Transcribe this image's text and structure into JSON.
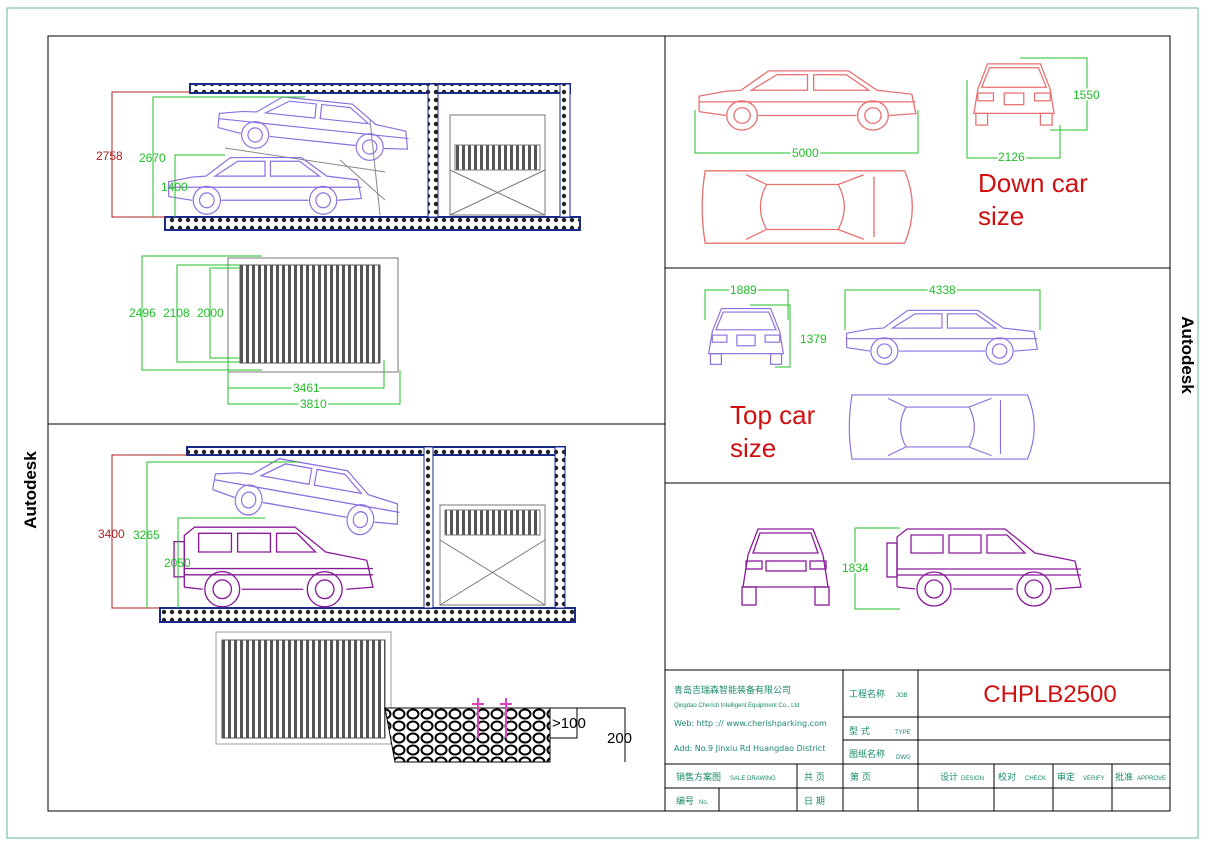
{
  "side_labels": {
    "left": "Autodesk",
    "right": "Autodesk"
  },
  "top_left": {
    "dims": {
      "outer_height": "2758",
      "top_height": "2670",
      "low_height": "1400"
    }
  },
  "plan_top": {
    "dims": {
      "w1": "2496",
      "w2": "2108",
      "w3": "2000",
      "l1": "3461",
      "l2": "3810"
    }
  },
  "bottom_left": {
    "dims": {
      "outer_height": "3400",
      "top_height": "3265",
      "low_height": "2050"
    }
  },
  "foundation": {
    "dims": {
      "bolt_depth": ">100",
      "thickness": "200"
    }
  },
  "down_car": {
    "length": "5000",
    "width": "2126",
    "height": "1550",
    "label_line1": "Down  car",
    "label_line2": "size"
  },
  "top_car": {
    "width": "1889",
    "height": "1379",
    "length": "4338",
    "label_line1": "Top  car",
    "label_line2": "size"
  },
  "suv": {
    "height": "1834"
  },
  "title_block": {
    "company_cn": "青岛吉瑞森智能装备有限公司",
    "company_en": "Qingdao Cherish Intelligent Equipment Co., Ltd",
    "web": "Web: http :// www.cherishparking.com",
    "address": "Add: No.9 Jinxiu Rd Huangdao District",
    "job_cn": "工程名称",
    "job_en": "JOB",
    "job_value": "CHPLB2500",
    "type_cn": "型    式",
    "type_en": "TYPE",
    "dwg_cn": "图纸名称",
    "dwg_en": "DWG",
    "sale_cn": "销售方案图",
    "sale_en": "SALE DRAWING",
    "total_pages": "共      页",
    "page": "第              页",
    "design_cn": "设计",
    "design_en": "DESIGN",
    "check_cn": "校对",
    "check_en": "CHECK",
    "verify_cn": "审定",
    "verify_en": "VERIFY",
    "approve_cn": "批准",
    "approve_en": "APPROVE",
    "no_cn": "编号",
    "no_en": "No.",
    "date_cn": "日      期"
  },
  "colors": {
    "dimension": "#22c02a",
    "red_dimension": "#b02020",
    "down_car": "#e87070",
    "top_car": "#8c70e0",
    "suv": "#8a1a9a",
    "wall": "#1a2a8a"
  }
}
